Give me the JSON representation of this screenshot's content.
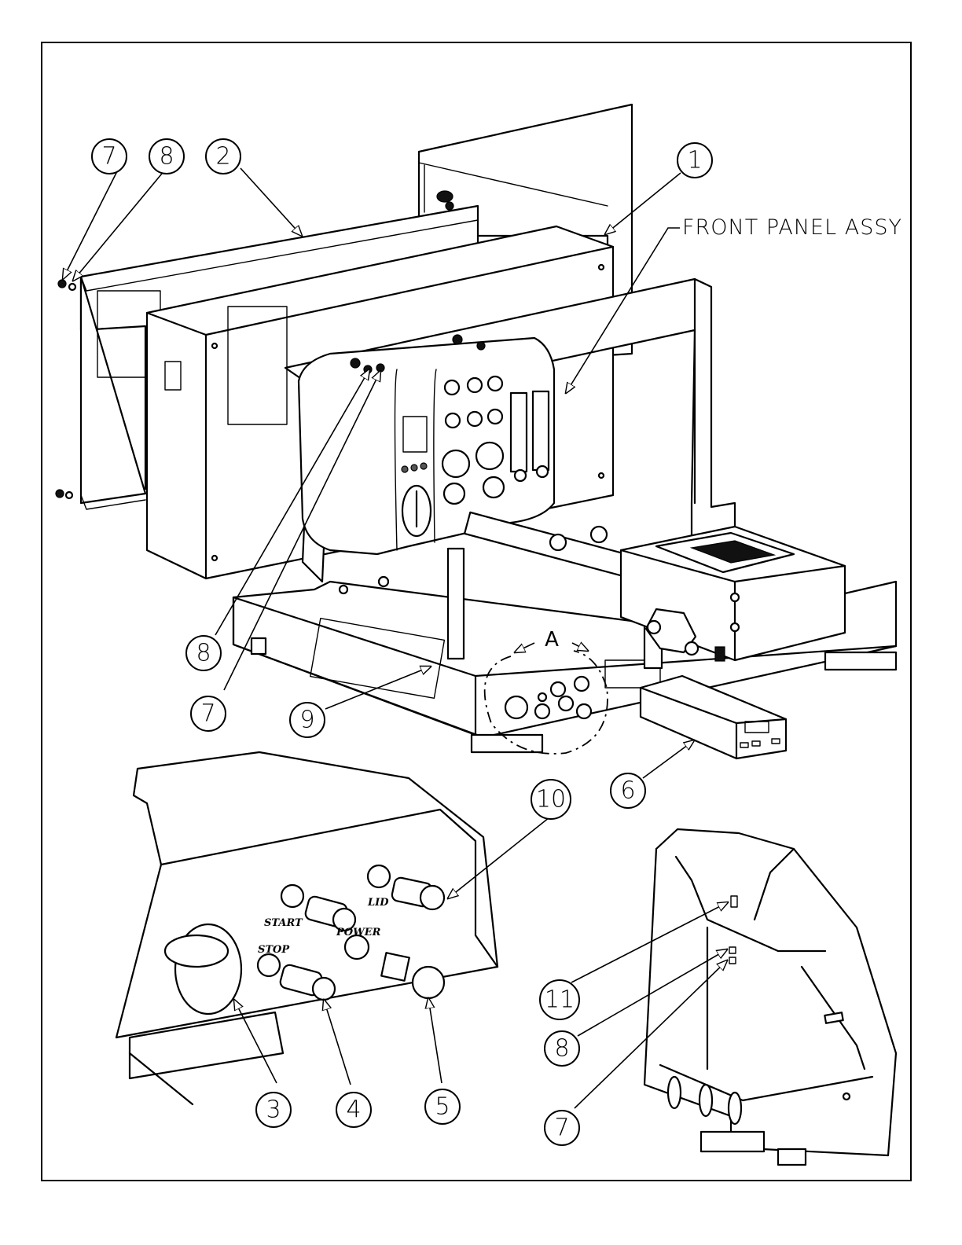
{
  "callouts": [
    {
      "id": "callout-1",
      "label": "1"
    },
    {
      "id": "callout-2",
      "label": "2"
    },
    {
      "id": "callout-3",
      "label": "3"
    },
    {
      "id": "callout-4",
      "label": "4"
    },
    {
      "id": "callout-5",
      "label": "5"
    },
    {
      "id": "callout-6",
      "label": "6"
    },
    {
      "id": "callout-7-top",
      "label": "7"
    },
    {
      "id": "callout-8-top",
      "label": "8"
    },
    {
      "id": "callout-8-mid",
      "label": "8"
    },
    {
      "id": "callout-7-mid",
      "label": "7"
    },
    {
      "id": "callout-9",
      "label": "9"
    },
    {
      "id": "callout-10",
      "label": "10"
    },
    {
      "id": "callout-11",
      "label": "11"
    },
    {
      "id": "callout-8-bot",
      "label": "8"
    },
    {
      "id": "callout-7-bot",
      "label": "7"
    }
  ],
  "notes": {
    "front_panel": "FRONT PANEL ASSY",
    "view_label": "A"
  },
  "panel_labels": {
    "start": "START",
    "stop": "STOP",
    "power": "POWER",
    "lid": "LID"
  }
}
